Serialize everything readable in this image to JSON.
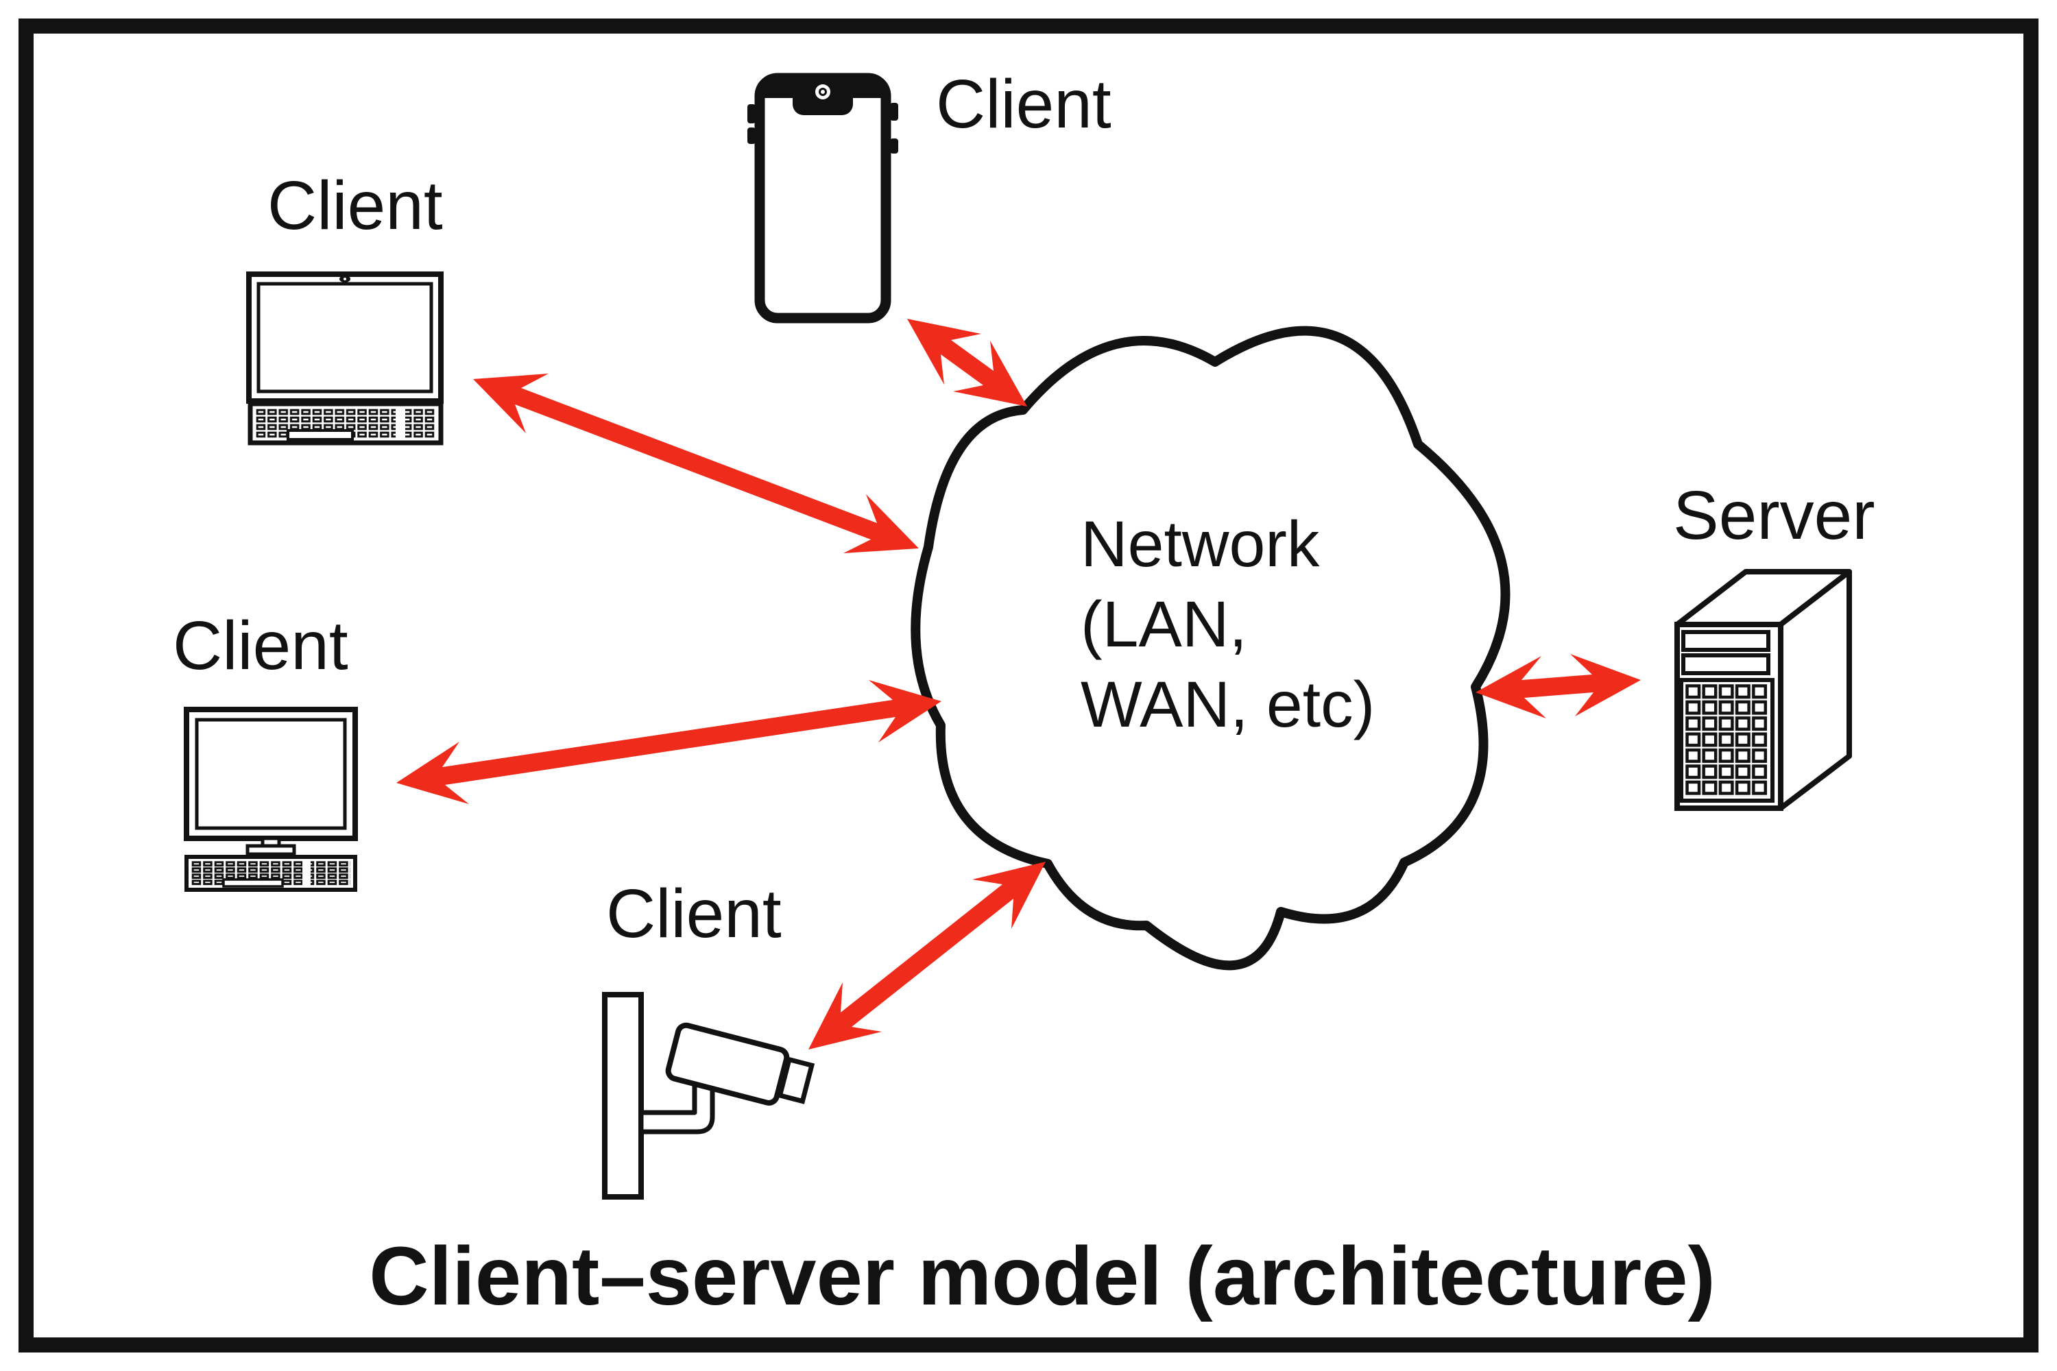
{
  "title": "Client–server model (architecture)",
  "network": {
    "label_lines": [
      "Network",
      "(LAN,",
      "WAN, etc)"
    ],
    "full_label": "Network (LAN, WAN, etc)"
  },
  "nodes": {
    "phone": {
      "label": "Client",
      "device": "smartphone"
    },
    "laptop": {
      "label": "Client",
      "device": "laptop"
    },
    "desktop": {
      "label": "Client",
      "device": "desktop-computer"
    },
    "camera": {
      "label": "Client",
      "device": "security-camera"
    },
    "server": {
      "label": "Server",
      "device": "server-tower"
    }
  },
  "connections": [
    {
      "from": "smartphone-client",
      "to": "network",
      "bidirectional": true
    },
    {
      "from": "laptop-client",
      "to": "network",
      "bidirectional": true
    },
    {
      "from": "desktop-client",
      "to": "network",
      "bidirectional": true
    },
    {
      "from": "camera-client",
      "to": "network",
      "bidirectional": true
    },
    {
      "from": "server",
      "to": "network",
      "bidirectional": true
    }
  ],
  "colors": {
    "arrow": "#EF2B1B",
    "outline": "#121212",
    "background": "#FFFFFF"
  }
}
